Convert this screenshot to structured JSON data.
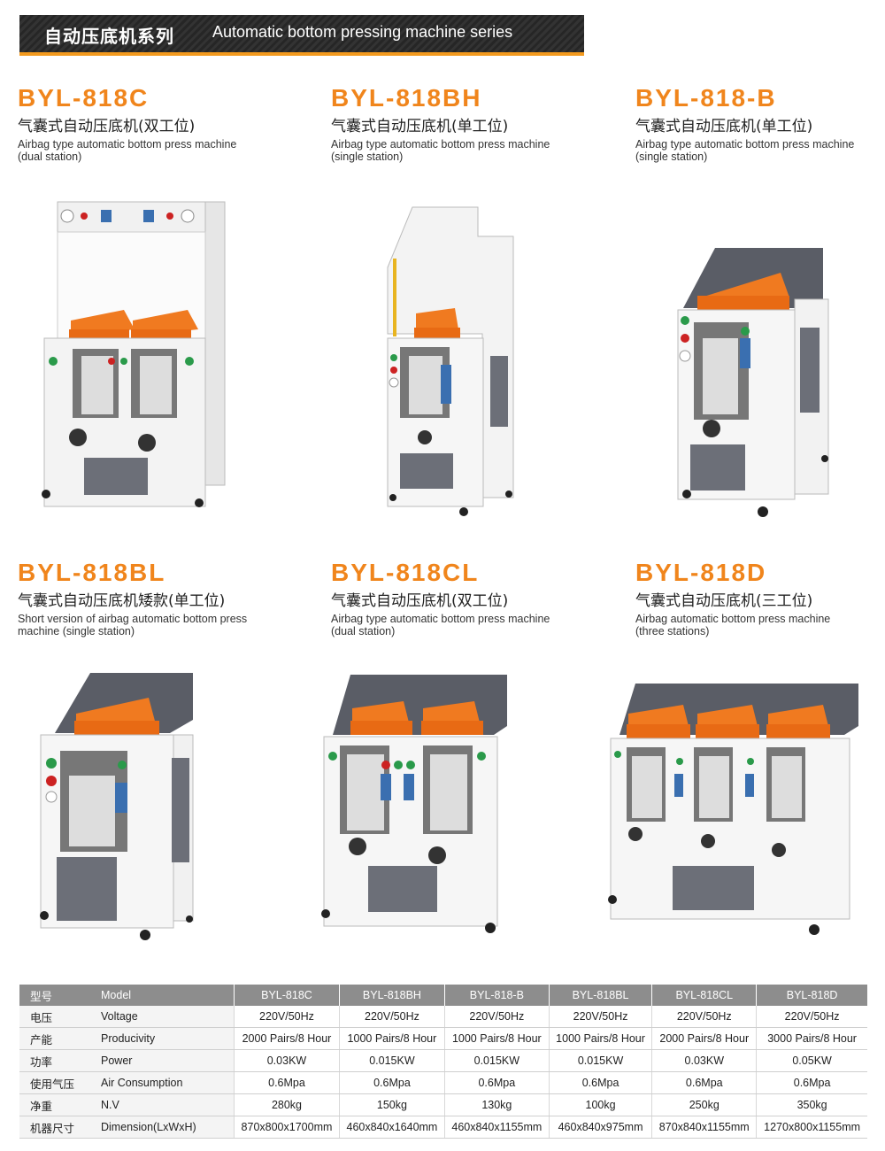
{
  "header": {
    "title_cn": "自动压底机系列",
    "title_en": "Automatic bottom pressing machine series"
  },
  "products": [
    {
      "model": "BYL-818C",
      "name_cn": "气囊式自动压底机(双工位)",
      "name_en": "Airbag type automatic bottom press machine\n(dual station)"
    },
    {
      "model": "BYL-818BH",
      "name_cn": "气囊式自动压底机(单工位)",
      "name_en": "Airbag type automatic bottom press machine\n(single station)"
    },
    {
      "model": "BYL-818-B",
      "name_cn": "气囊式自动压底机(单工位)",
      "name_en": "Airbag type automatic bottom press machine\n(single station)"
    },
    {
      "model": "BYL-818BL",
      "name_cn": "气囊式自动压底机矮款(单工位)",
      "name_en": "Short version of airbag automatic bottom press\nmachine (single station)"
    },
    {
      "model": "BYL-818CL",
      "name_cn": "气囊式自动压底机(双工位)",
      "name_en": "Airbag type automatic bottom press machine\n(dual station)"
    },
    {
      "model": "BYL-818D",
      "name_cn": "气囊式自动压底机(三工位)",
      "name_en": "Airbag automatic bottom press machine\n(three stations)"
    }
  ],
  "spec_table": {
    "header": {
      "cn": "型号",
      "en": "Model",
      "models": [
        "BYL-818C",
        "BYL-818BH",
        "BYL-818-B",
        "BYL-818BL",
        "BYL-818CL",
        "BYL-818D"
      ]
    },
    "rows": [
      {
        "cn": "电压",
        "en": "Voltage",
        "values": [
          "220V/50Hz",
          "220V/50Hz",
          "220V/50Hz",
          "220V/50Hz",
          "220V/50Hz",
          "220V/50Hz"
        ]
      },
      {
        "cn": "产能",
        "en": "Producivity",
        "values": [
          "2000 Pairs/8 Hour",
          "1000 Pairs/8 Hour",
          "1000 Pairs/8 Hour",
          "1000 Pairs/8 Hour",
          "2000 Pairs/8 Hour",
          "3000 Pairs/8 Hour"
        ]
      },
      {
        "cn": "功率",
        "en": "Power",
        "values": [
          "0.03KW",
          "0.015KW",
          "0.015KW",
          "0.015KW",
          "0.03KW",
          "0.05KW"
        ]
      },
      {
        "cn": "使用气压",
        "en": "Air Consumption",
        "values": [
          "0.6Mpa",
          "0.6Mpa",
          "0.6Mpa",
          "0.6Mpa",
          "0.6Mpa",
          "0.6Mpa"
        ]
      },
      {
        "cn": "净重",
        "en": "N.V",
        "values": [
          "280kg",
          "150kg",
          "130kg",
          "100kg",
          "250kg",
          "350kg"
        ]
      },
      {
        "cn": "机器尺寸",
        "en": "Dimension(LxWxH)",
        "values": [
          "870x800x1700mm",
          "460x840x1640mm",
          "460x840x1155mm",
          "460x840x975mm",
          "870x840x1155mm",
          "1270x800x1155mm"
        ]
      }
    ]
  }
}
